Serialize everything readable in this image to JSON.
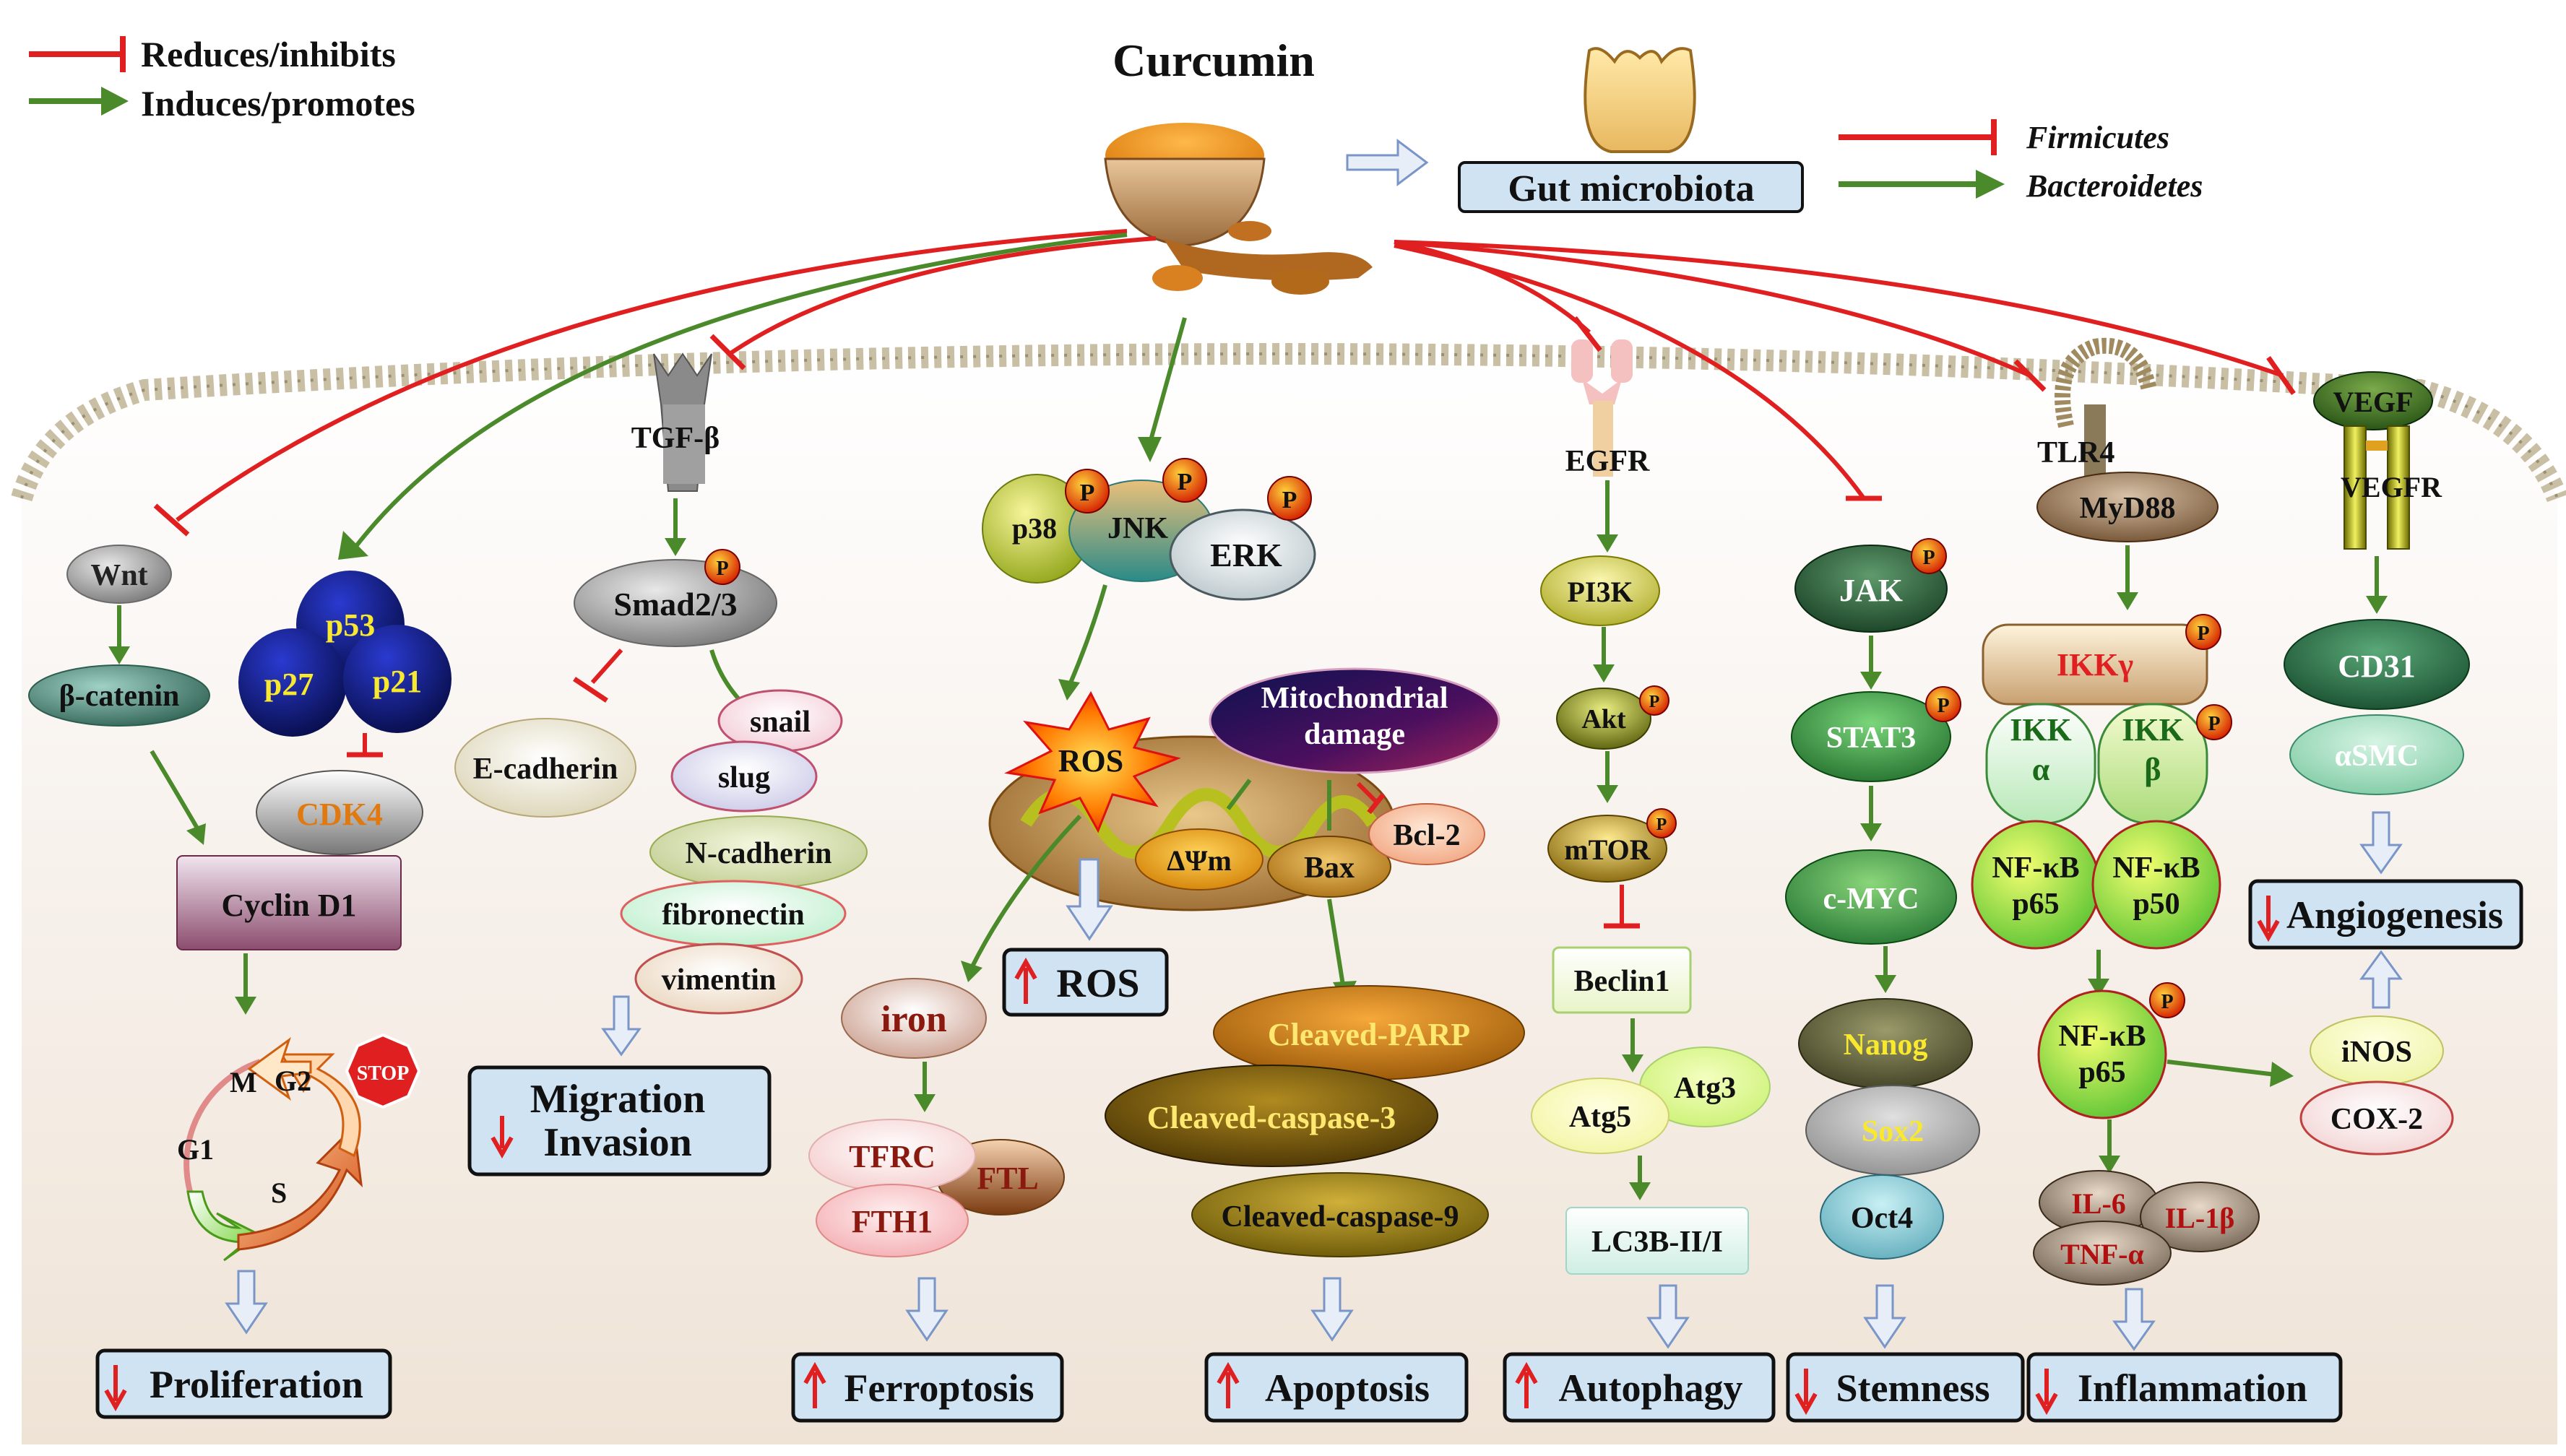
{
  "legend": {
    "inhibit": "Reduces/inhibits",
    "promote": "Induces/promotes"
  },
  "title": "Curcumin",
  "gut": {
    "label": "Gut microbiota",
    "firmicutes": "Firmicutes",
    "bacteroidetes": "Bacteroidetes"
  },
  "wnt_path": {
    "wnt": "Wnt",
    "bcatenin": "β-catenin",
    "p53": "p53",
    "p27": "p27",
    "p21": "p21",
    "cdk4": "CDK4",
    "cyclin": "Cyclin D1",
    "cycle": {
      "g1": "G1",
      "s": "S",
      "g2": "G2",
      "m": "M",
      "stop": "STOP"
    },
    "outcome": "Proliferation"
  },
  "tgf_path": {
    "receptor": "TGF-β",
    "smad": "Smad2/3",
    "ecad": "E-cadherin",
    "snail": "snail",
    "slug": "slug",
    "ncad": "N-cadherin",
    "fibronectin": "fibronectin",
    "vimentin": "vimentin",
    "outcome_line1": "Migration",
    "outcome_line2": "Invasion"
  },
  "mapk_path": {
    "p38": "p38",
    "jnk": "JNK",
    "erk": "ERK",
    "ros": "ROS",
    "mito_line1": "Mitochondrial",
    "mito_line2": "damage",
    "dpsi": "ΔΨm",
    "bax": "Bax",
    "bcl2": "Bcl-2",
    "ros_outcome": "ROS",
    "iron": "iron",
    "tfrc": "TFRC",
    "ftl": "FTL",
    "fth1": "FTH1",
    "ferro_outcome": "Ferroptosis",
    "parp": "Cleaved-PARP",
    "casp3": "Cleaved-caspase-3",
    "casp9": "Cleaved-caspase-9",
    "apop_outcome": "Apoptosis"
  },
  "egfr_path": {
    "receptor": "EGFR",
    "pi3k": "PI3K",
    "akt": "Akt",
    "mtor": "mTOR",
    "beclin": "Beclin1",
    "atg5": "Atg5",
    "atg3": "Atg3",
    "lc3b": "LC3B-II/I",
    "outcome": "Autophagy"
  },
  "jak_path": {
    "jak": "JAK",
    "stat3": "STAT3",
    "cmyc": "c-MYC",
    "nanog": "Nanog",
    "sox2": "Sox2",
    "oct4": "Oct4",
    "outcome": "Stemness"
  },
  "tlr_path": {
    "receptor": "TLR4",
    "myd88": "MyD88",
    "ikkg": "IKKγ",
    "ikka_1": "IKK",
    "ikka_2": "α",
    "ikkb_1": "IKK",
    "ikkb_2": "β",
    "nfkb_p65_1": "NF-κB",
    "nfkb_p65_2": "p65",
    "nfkb_p50_1": "NF-κB",
    "nfkb_p50_2": "p50",
    "nfkb2_1": "NF-κB",
    "nfkb2_2": "p65",
    "il6": "IL-6",
    "il1b": "IL-1β",
    "tnfa": "TNF-α",
    "outcome": "Inflammation"
  },
  "vegf_path": {
    "vegf": "VEGF",
    "vegfr": "VEGFR",
    "cd31": "CD31",
    "asmc": "αSMC",
    "inos": "iNOS",
    "cox2": "COX-2",
    "outcome": "Angiogenesis"
  },
  "phospho_label": "P",
  "colors": {
    "inhibit": "#e02020",
    "promote": "#4a8a2a",
    "outcome_box": "#cfe3f3",
    "down_arrow_fill": "#e8eef8"
  }
}
